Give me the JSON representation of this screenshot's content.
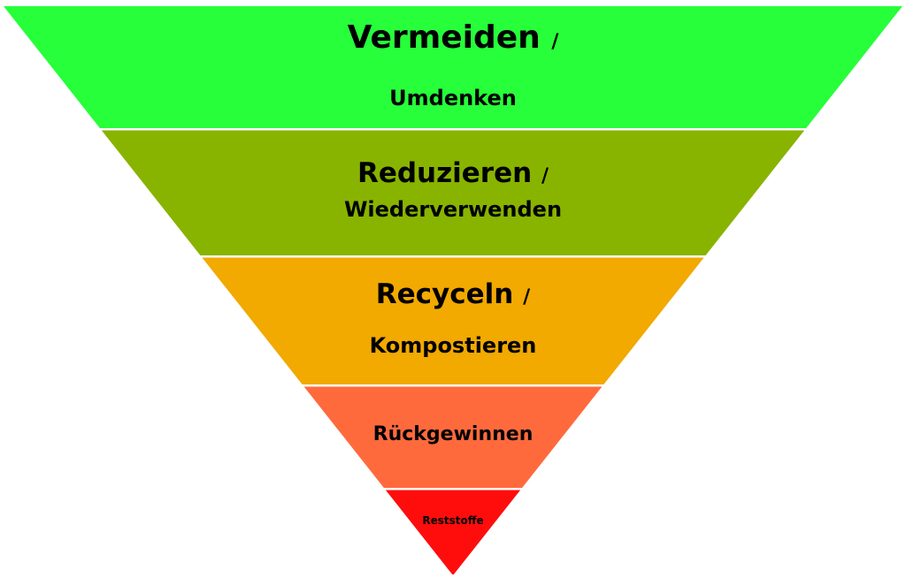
{
  "title": "Abfallhierarchie",
  "levels": [
    {
      "line1": "Vermeiden",
      "slash": "/",
      "line2": "Umdenken",
      "color": "#26FF3A"
    },
    {
      "line1": "Reduzieren",
      "slash": "/",
      "line2": "Wiederverwenden",
      "color": "#88B400"
    },
    {
      "line1": "Recyceln",
      "slash": "/",
      "line2": "Kompostieren",
      "color": "#F2A900"
    },
    {
      "line1": "Rückgewinnen",
      "color": "#FF6A3D"
    },
    {
      "line1": "Reststoffe",
      "color": "#FF0D0D"
    }
  ]
}
